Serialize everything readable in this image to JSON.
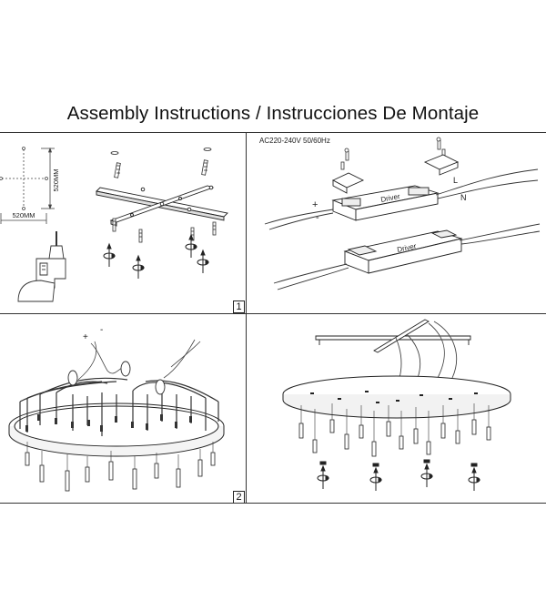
{
  "title": "Assembly Instructions / Instrucciones De Montaje",
  "steps": [
    {
      "number": "1",
      "dim_vertical": "520MM",
      "dim_horizontal": "520MM"
    },
    {
      "number": "2",
      "plus_sign": "+",
      "minus_sign": "-"
    },
    {
      "power_label": "AC220-240V 50/60Hz",
      "driver_label": "Driver",
      "wire_L": "L",
      "wire_N": "N",
      "plus_sign": "+",
      "minus_sign": "-"
    }
  ]
}
